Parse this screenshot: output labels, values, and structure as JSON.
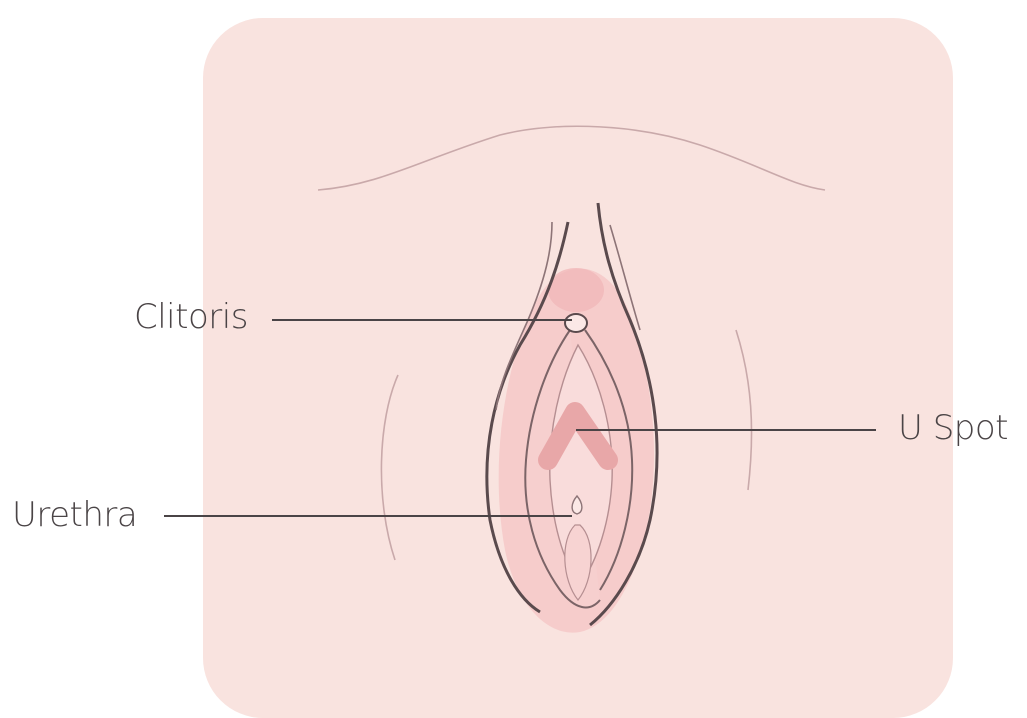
{
  "labels": {
    "clitoris": "Clitoris",
    "u_spot": "U Spot",
    "urethra": "Urethra"
  },
  "colors": {
    "panel_background": "#f9e3df",
    "tissue_pink": "#f4c4c4",
    "highlight_pink": "#e8a7a8",
    "outline_dark": "#5a4a4d",
    "leader_line": "#4a4446",
    "label_text": "#4a4446"
  }
}
